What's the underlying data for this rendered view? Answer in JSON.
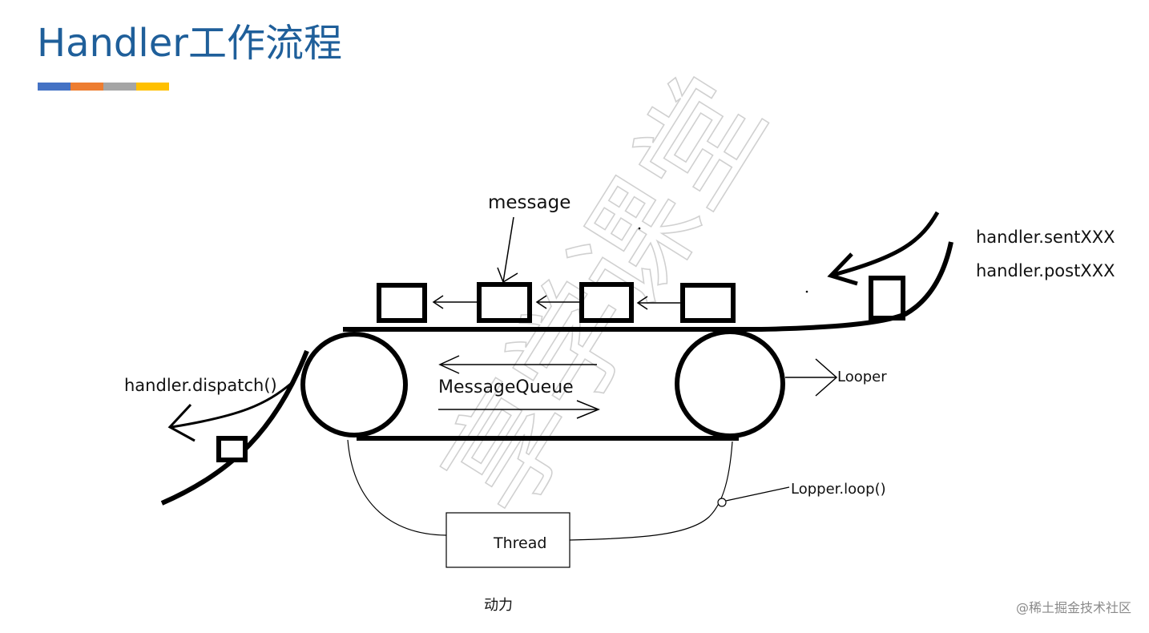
{
  "slide": {
    "title": "Handler工作流程",
    "accent_colors": [
      "#4472c4",
      "#ed7d31",
      "#a5a5a5",
      "#ffc000"
    ]
  },
  "diagram": {
    "labels": {
      "message": "message",
      "sent": "handler.sentXXX",
      "post": "handler.postXXX",
      "dispatch": "handler.dispatch()",
      "queue": "MessageQueue",
      "looper": "Looper",
      "loop": "Lopper.loop()",
      "thread": "Thread",
      "power": "动力"
    },
    "watermark_glyphs": "享学课堂"
  },
  "footer": {
    "watermark": "@稀土掘金技术社区"
  }
}
